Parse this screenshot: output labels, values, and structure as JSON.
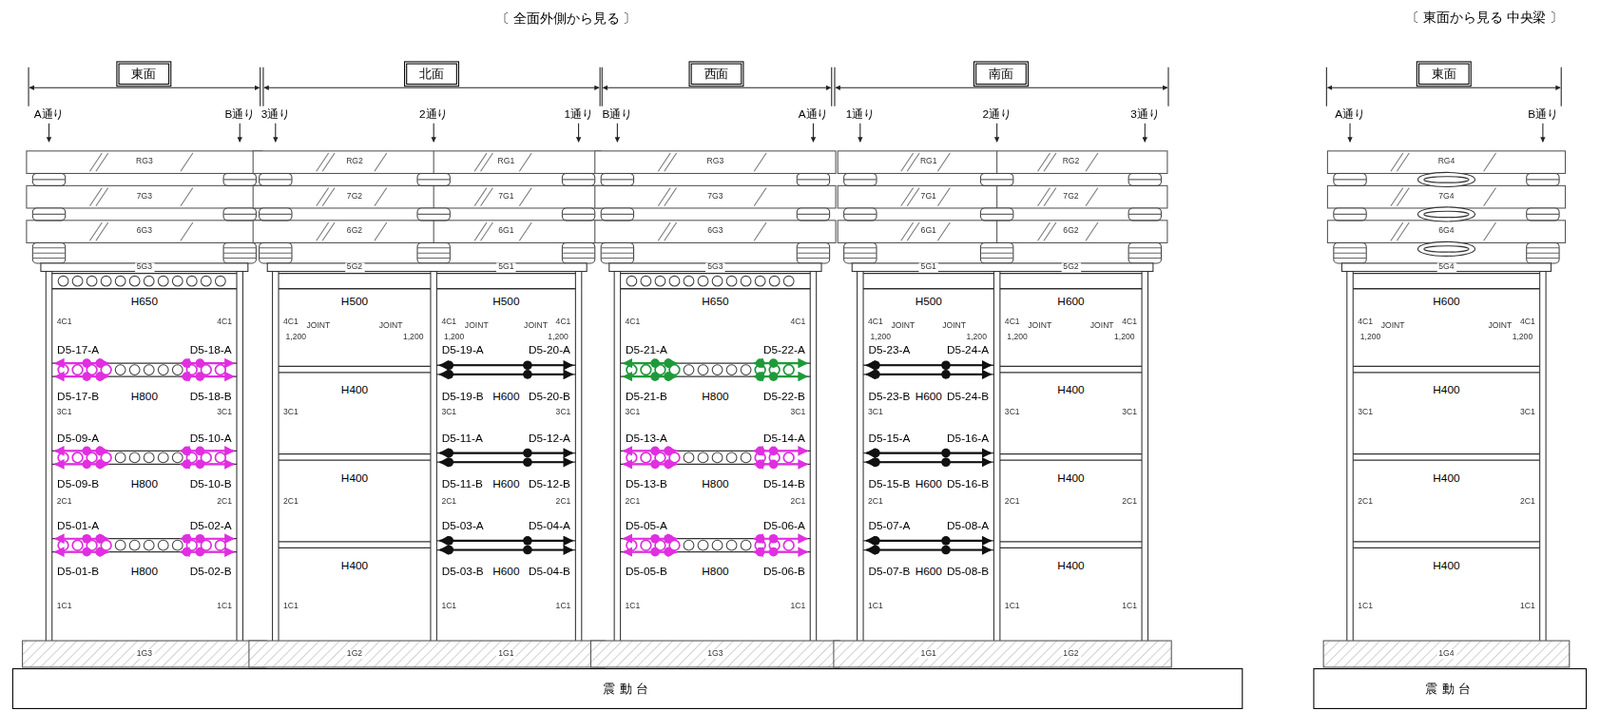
{
  "diagram": {
    "title": "〔 全面外側から見る 〕",
    "nodes": [
      {
        "text": [
          "東面"
        ]
      },
      {
        "text": [
          "北面"
        ]
      },
      {
        "text": [
          "西面"
        ]
      },
      {
        "text": [
          "南面"
        ]
      },
      {
        "text": [
          "東面"
        ]
      },
      {
        "text": [
          "震動台"
        ]
      },
      {
        "text": [
          "震動台"
        ]
      }
    ],
    "labels": [
      "〔 東面から見る 中央梁 〕",
      "A通り",
      "B通り",
      "3通り",
      "2通り",
      "1通り",
      "B通り",
      "A通り",
      "1通り",
      "2通り",
      "3通り",
      "A通り",
      "B通り",
      "RG3",
      "7G3",
      "6G3",
      "5G3",
      "RG2",
      "7G2",
      "6G2",
      "5G2",
      "RG1",
      "7G1",
      "6G1",
      "5G1",
      "RG3",
      "7G3",
      "6G3",
      "5G3",
      "RG1",
      "7G1",
      "6G1",
      "5G1",
      "RG2",
      "7G2",
      "6G2",
      "5G2",
      "RG4",
      "7G4",
      "6G4",
      "5G4",
      "H650",
      "H500",
      "H500",
      "H650",
      "H500",
      "H600",
      "H600",
      "4C1",
      "3C1",
      "2C1",
      "1C1",
      "4C1",
      "3C1",
      "2C1",
      "1C1",
      "4C1",
      "3C1",
      "2C1",
      "1C1",
      "4C1",
      "3C1",
      "2C1",
      "1C1",
      "4C1",
      "3C1",
      "2C1",
      "1C1",
      "4C1",
      "3C1",
      "2C1",
      "1C1",
      "4C1",
      "3C1",
      "2C1",
      "1C1",
      "4C1",
      "3C1",
      "2C1",
      "1C1",
      "4C1",
      "3C1",
      "2C1",
      "1C1",
      "4C1",
      "3C1",
      "2C1",
      "1C1",
      "4C1",
      "3C1",
      "2C1",
      "1C1",
      "4C1",
      "3C1",
      "2C1",
      "1C1",
      "1,200",
      "JOINT",
      "JOINT",
      "1,200",
      "1,200",
      "JOINT",
      "JOINT",
      "1,200",
      "1,200",
      "JOINT",
      "JOINT",
      "1,200",
      "1,200",
      "JOINT",
      "JOINT",
      "1,200",
      "1,200",
      "JOINT",
      "JOINT",
      "1,200",
      "H800",
      "H800",
      "H800",
      "H400",
      "H400",
      "H400",
      "H600",
      "H600",
      "H600",
      "H800",
      "H800",
      "H800",
      "H600",
      "H600",
      "H600",
      "H400",
      "H400",
      "H400",
      "H400",
      "H400",
      "H400",
      "D5-17-A",
      "D5-18-A",
      "D5-17-B",
      "D5-18-B",
      "D5-09-A",
      "D5-10-A",
      "D5-09-B",
      "D5-10-B",
      "D5-01-A",
      "D5-02-A",
      "D5-01-B",
      "D5-02-B",
      "D5-19-A",
      "D5-20-A",
      "D5-19-B",
      "D5-20-B",
      "D5-11-A",
      "D5-12-A",
      "D5-11-B",
      "D5-12-B",
      "D5-03-A",
      "D5-04-A",
      "D5-03-B",
      "D5-04-B",
      "D5-21-A",
      "D5-22-A",
      "D5-21-B",
      "D5-22-B",
      "D5-13-A",
      "D5-14-A",
      "D5-13-B",
      "D5-14-B",
      "D5-05-A",
      "D5-06-A",
      "D5-05-B",
      "D5-06-B",
      "D5-23-A",
      "D5-24-A",
      "D5-23-B",
      "D5-24-B",
      "D5-15-A",
      "D5-16-A",
      "D5-15-B",
      "D5-16-B",
      "D5-07-A",
      "D5-08-A",
      "D5-07-B",
      "D5-08-B",
      "1G3",
      "1G2",
      "1G1",
      "1G3",
      "1G1",
      "1G2",
      "1G4"
    ]
  }
}
